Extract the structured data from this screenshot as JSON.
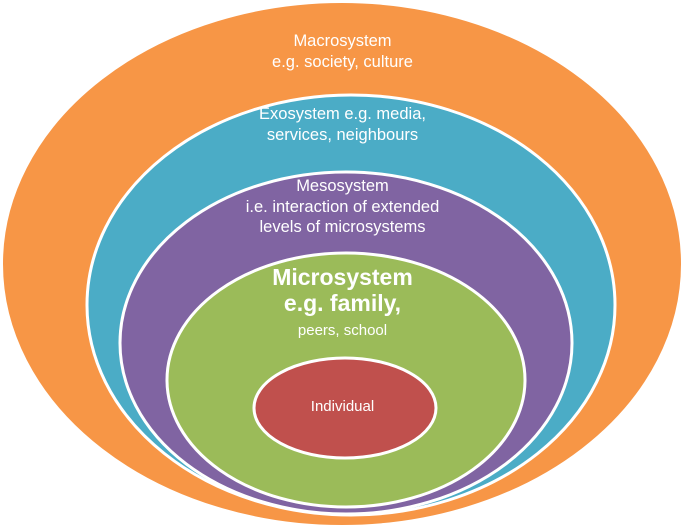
{
  "diagram": {
    "levels": [
      {
        "key": "macrosystem",
        "color": "#f79646",
        "lines": [
          "Macrosystem",
          "e.g. society, culture"
        ]
      },
      {
        "key": "exosystem",
        "color": "#4bacc6",
        "lines": [
          "Exosystem e.g. media,",
          "services, neighbours"
        ]
      },
      {
        "key": "mesosystem",
        "color": "#8064a2",
        "lines": [
          "Mesosystem",
          "i.e. interaction of extended",
          "levels of microsystems"
        ]
      },
      {
        "key": "microsystem",
        "color": "#9bbb59",
        "lines": [
          "Microsystem",
          "e.g. family,"
        ],
        "sub": "peers, school"
      },
      {
        "key": "individual",
        "color": "#c0504d",
        "lines": [
          "Individual"
        ]
      }
    ],
    "outline_color": "#ffffff"
  }
}
